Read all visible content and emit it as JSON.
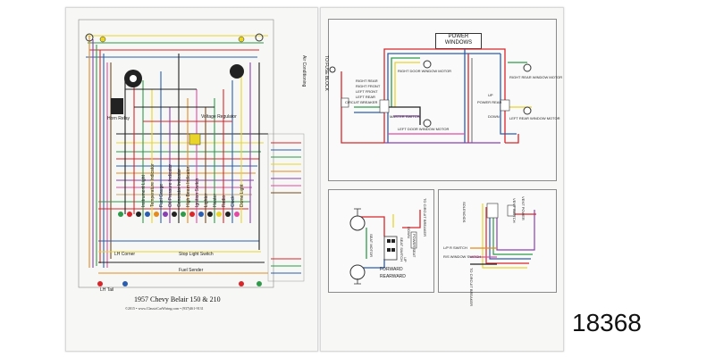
{
  "product": {
    "part_number": "18368"
  },
  "left_sheet": {
    "title": "1957 Chevy Belair 150 & 210",
    "credit": "©2015 • www.ClassicCarWiring.com • (937)461-9131",
    "side_label": "Air Conditioning",
    "labels": [
      "Instrument Light",
      "Temperature Indicator",
      "Fuel Gauge",
      "Oil Pressure Indicator",
      "Generator Indicator",
      "High Beam Indicator",
      "Ignition Switch",
      "Lighter",
      "Heater",
      "Radio",
      "Clock",
      "Dome Light",
      "Horn Relay",
      "Voltage Regulator",
      "LH Corner",
      "Stop Light Switch",
      "Fuel Sender",
      "LH Tail"
    ]
  },
  "right_sheet": {
    "power_windows": {
      "title_line1": "POWER",
      "title_line2": "WINDOWS",
      "labels": [
        "TO FUSE BLOCK",
        "CIRCUIT BREAKER",
        "RIGHT DOOR WINDOW MOTOR",
        "LEFT DOOR WINDOW MOTOR",
        "RIGHT REAR WINDOW MOTOR",
        "LEFT REAR WINDOW MOTOR",
        "LEFT FRONT",
        "RIGHT FRONT",
        "LEFT REAR",
        "RIGHT REAR",
        "MASTER SWITCH",
        "POWER REAR",
        "UP",
        "DOWN"
      ]
    },
    "power_seat": {
      "labels": [
        "TO CIRCUIT BREAKER",
        "POWER SEAT",
        "SEAT SWITCH",
        "SEAT MOTOR",
        "FORWARD",
        "REARWARD",
        "DOWN",
        "UP"
      ]
    },
    "power_vents": {
      "labels": [
        "SOLENOIDS",
        "VENT POWER",
        "VENT SWITCH",
        "L/P R SWITCH",
        "R/S WINDOW SWITCH",
        "TO CIRCUIT BREAKER"
      ]
    }
  },
  "colors": {
    "red": "#d8262b",
    "blue": "#2a5db0",
    "green": "#2e9a4a",
    "yellow": "#e9d42a",
    "orange": "#e58a1f",
    "purple": "#8a3fb0",
    "pink": "#e44aa3",
    "brown": "#7a4a1c",
    "black": "#222222",
    "gray": "#8c8c8c",
    "tan": "#c7a46a"
  }
}
